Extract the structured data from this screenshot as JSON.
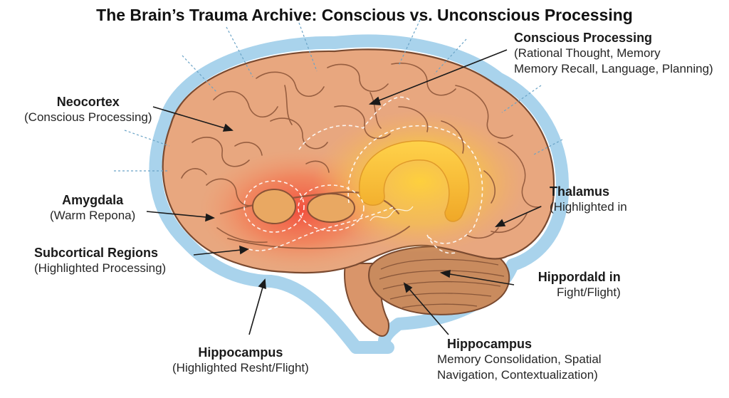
{
  "title": "The Brain’s Trauma Archive: Conscious vs. Unconscious Processing",
  "labels": {
    "conscious_processing": {
      "title": "Conscious Processing",
      "line1": "(Rational Thought, Memory",
      "line2": "Memory Recall, Language, Planning)"
    },
    "neocortex": {
      "title": "Neocortex",
      "sub": "(Conscious Processing)"
    },
    "amygdala": {
      "title": "Amygdala",
      "sub": "(Warm Repona)"
    },
    "subcortical": {
      "title": "Subcortical Regions",
      "sub": "(Highlighted Processing)"
    },
    "thalamus": {
      "title": "Thalamus",
      "sub": "(Highlighted in"
    },
    "hippordald": {
      "title": "Hippordald in",
      "sub": "Fight/Flight)"
    },
    "hippocampus_left": {
      "title": "Hippocampus",
      "sub": "(Highlighted Resht/Flight)"
    },
    "hippocampus_right": {
      "title": "Hippocampus",
      "line1": "Memory Consolidation, Spatial",
      "line2": "Navigation, Contextualization)"
    }
  },
  "colors": {
    "brain_fill": "#e8a77f",
    "brain_outline": "#7a4a30",
    "halo": "#a9d3ec",
    "warm_glow": "#f2604a",
    "cool_glow": "#f4c430",
    "cerebellum": "#c98b5e"
  }
}
